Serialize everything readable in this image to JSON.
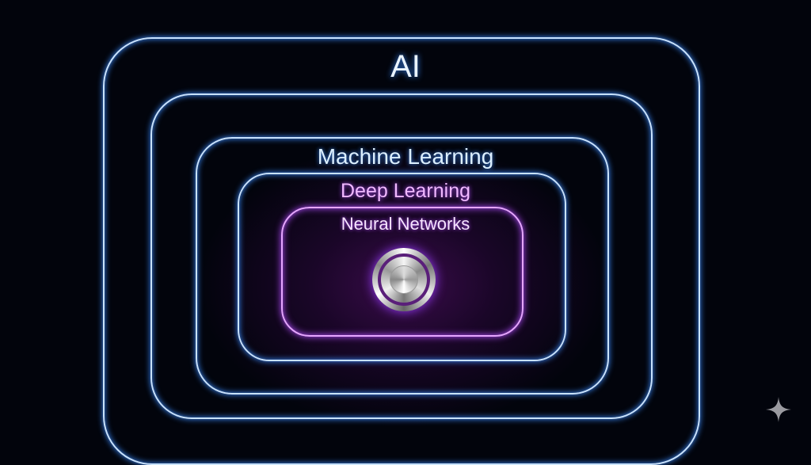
{
  "diagram": {
    "layers": [
      {
        "label": "AI",
        "color": "#c8e2ff"
      },
      {
        "label": "",
        "color": "#c8e2ff"
      },
      {
        "label": "Machine Learning",
        "color": "#c8e2ff"
      },
      {
        "label": "Deep Learning",
        "color": "#c8e2ff"
      },
      {
        "label": "Neural Networks",
        "color": "#e6a6ff"
      }
    ],
    "center_icon": "metal-knob-icon",
    "watermark_icon": "sparkle-icon"
  }
}
